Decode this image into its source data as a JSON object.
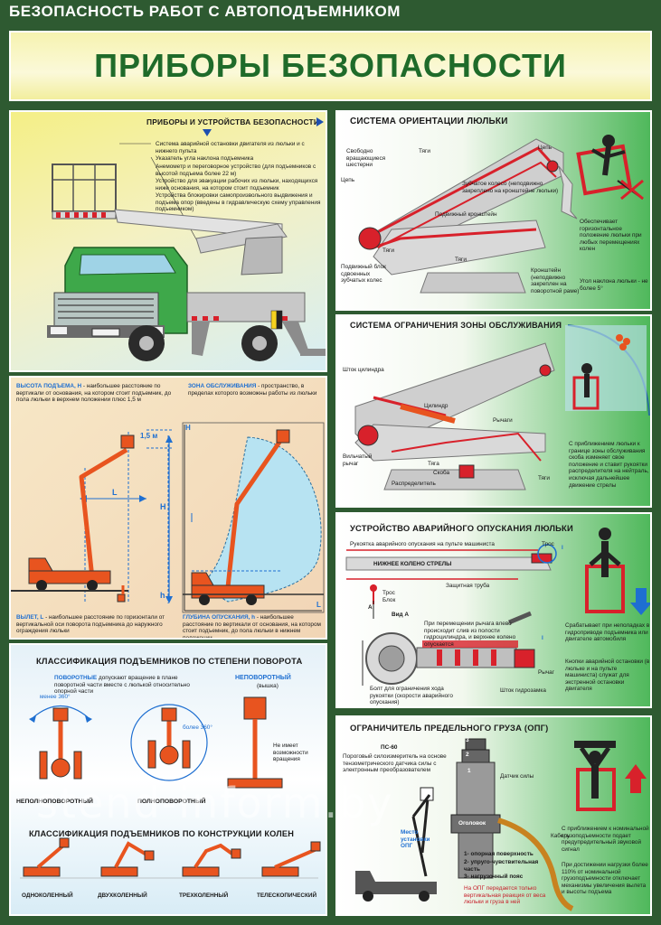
{
  "header": {
    "top_title": "БЕЗОПАСНОСТЬ РАБОТ С АВТОПОДЪЕМНИКОМ",
    "banner_title": "ПРИБОРЫ БЕЗОПАСНОСТИ"
  },
  "panel_devices": {
    "title": "ПРИБОРЫ И УСТРОЙСТВА БЕЗОПАСНОСТИ",
    "items": [
      "Система аварийной остановки двигателя из люльки и с нижнего пульта",
      "Указатель угла наклона подъемника",
      "Анемометр и переговорное устройство (для подъемников с высотой подъема более 22 м)",
      "Устройство для эвакуации рабочих из люльки, находящихся ниже основания, на котором стоит подъемник",
      "Устройства блокировки самопроизвольного выдвижения и подъема опор (введены в гидравлическую схему управления подъемником)"
    ]
  },
  "panel_height": {
    "height_title": "ВЫСОТА ПОДЪЕМА, Н",
    "height_text": " - наибольшее расстояние по вертикали от основания, на котором стоит подъемник, до пола люльки в верхнем положении плюс 1,5 м",
    "zone_title": "ЗОНА ОБСЛУЖИВАНИЯ",
    "zone_text": " - пространство, в пределах которого возможны работы из люльки",
    "reach_title": "ВЫЛЕТ, L",
    "reach_text": " - наибольшее расстояние по горизонтали от вертикальной оси поворота подъемника до наружного ограждения люльки",
    "depth_title": "ГЛУБИНА ОПУСКАНИЯ, h",
    "depth_text": " - наибольшее расстояние по вертикали от основания, на котором стоит подъемник, до пола люльки в нижнем положении",
    "label_15": "1,5 м",
    "label_H": "H",
    "label_L": "L",
    "label_h": "h",
    "label_L2": "L"
  },
  "panel_classify": {
    "title_rotation": "КЛАССИФИКАЦИЯ ПОДЪЕМНИКОВ ПО СТЕПЕНИ ПОВОРОТА",
    "rotary_title": "ПОВОРОТНЫЕ",
    "rotary_text": " допускают вращение в плане поворотной части вместе с люлькой относительно опорной части",
    "nonrotary_title": "НЕПОВОРОТНЫЙ",
    "nonrotary_sub": "(вышка)",
    "less360": "менее 360°",
    "more360": "более 360°",
    "no_rotation": "Не имеет возможности вращения",
    "label_partial": "НЕПОЛНОПОВОРОТНЫЙ",
    "label_full": "ПОЛНОПОВОРОТНЫЙ",
    "title_construction": "КЛАССИФИКАЦИЯ ПОДЪЕМНИКОВ ПО КОНСТРУКЦИИ КОЛЕН",
    "types": [
      "ОДНОКОЛЕННЫЙ",
      "ДВУХКОЛЕННЫЙ",
      "ТРЕХКОЛЕННЫЙ",
      "ТЕЛЕСКОПИЧЕСКИЙ"
    ]
  },
  "panel_orientation": {
    "title": "СИСТЕМА ОРИЕНТАЦИИ ЛЮЛЬКИ",
    "labels": [
      "Свободно вращающиеся шестерни",
      "Тяги",
      "Цепь",
      "Цепь",
      "Зубчатое колесо (неподвижно закреплено на кронштейне люльки)",
      "Подвижный кронштейн",
      "Тяги",
      "Тяги",
      "Подвижный блок сдвоенных зубчатых колес",
      "Кронштейн (неподвижно закреплен на поворотной раме)"
    ],
    "right_text": "Обеспечивает горизонтальное положение люльки при любых перемещениях колен",
    "angle_text": "Угол наклона люльки - не более 5°"
  },
  "panel_zone": {
    "title": "СИСТЕМА ОГРАНИЧЕНИЯ ЗОНЫ ОБСЛУЖИВАНИЯ",
    "labels": [
      "Шток цилиндра",
      "Цилиндр",
      "Рычаги",
      "Вильчатый рычаг",
      "Тяга",
      "Скоба",
      "Распределитель",
      "Тяги"
    ],
    "right_text": "С приближением люльки к границе зоны обслуживания скоба изменяет свое положение и ставит рукоятки распределителя на нейтраль, исключая дальнейшее движение стрелы"
  },
  "panel_emergency": {
    "title": "УСТРОЙСТВО АВАРИЙНОГО ОПУСКАНИЯ ЛЮЛЬКИ",
    "labels": [
      "Рукоятка аварийного опускания на пульте машиниста",
      "Трос",
      "НИЖНЕЕ КОЛЕНО СТРЕЛЫ",
      "Защитная труба",
      "Трос",
      "Блок",
      "Вид А",
      "При перемещении рычага влево происходит слив из полости гидроцилиндра, и верхнее колено опускается",
      "Рычаг",
      "Болт для ограничения хода рукоятки (скорости аварийного опускания)",
      "Шток гидрозамка",
      "A",
      "I",
      "I"
    ],
    "right_text1": "Срабатывает при неполадках в гидроприводе подъемника или двигателе автомобиля",
    "right_text2": "Кнопки аварийной остановки (в люльке и на пульте машиниста) служат для экстренной остановки двигателя"
  },
  "panel_limiter": {
    "title": "ОГРАНИЧИТЕЛЬ ПРЕДЕЛЬНОГО ГРУЗА (ОПГ)",
    "ps": "ПС-60",
    "ps_text": "Пороговый силоизмеритель на основе тензометрического датчика силы с электронным преобразователем",
    "sensor": "Датчик силы",
    "head": "Оголовок",
    "cable": "Кабель",
    "place": "Место установки ОПГ",
    "parts": [
      "1- опорная поверхность",
      "2- упруго-чувствительная часть",
      "3- нагрузочный пояс"
    ],
    "red_text": "На ОПГ передается только вертикальная реакция от веса люльки и груза в ней",
    "right_text1": "С приближением к номинальной грузоподъемности подает предупредительный звуковой сигнал",
    "right_text2": "При достижении нагрузки более 110% от номинальной грузоподъемности отключает механизмы увеличения вылета и высоты подъема"
  },
  "watermark": "stend-inform.by",
  "colors": {
    "background": "#2e5a31",
    "banner_text": "#1f6b2a",
    "accent_orange": "#e8541f",
    "accent_red": "#c7202b",
    "boom_grey": "#c8c8c8",
    "truck_green": "#3ea84a",
    "blue_arrow": "#1e6fd1"
  }
}
